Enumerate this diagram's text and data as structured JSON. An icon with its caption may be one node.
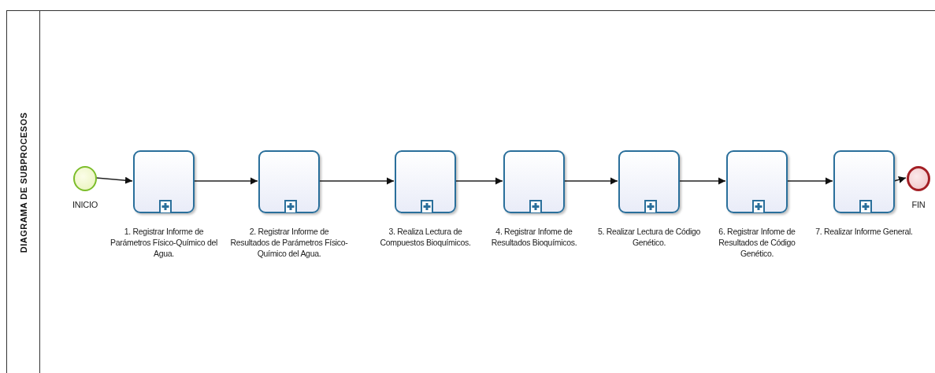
{
  "diagram": {
    "nodes": [
      {
        "text": [
          "DIAGRAMA DE SUBPROCESOS"
        ]
      },
      {
        "text": [
          "INICIO"
        ],
        "in": 0
      },
      {
        "text": [
          "1. Registrar Informe de Parámetros Físico-Químico del Agua."
        ],
        "in": 0
      },
      {
        "text": [
          "2. Registrar Informe de Resultados de Parámetros Físico-Químico del Agua."
        ],
        "in": 0
      },
      {
        "text": [
          "3. Realiza Lectura de Compuestos Bioquímicos."
        ],
        "in": 0
      },
      {
        "text": [
          "4. Registrar Infome de Resultados Bioquímicos."
        ],
        "in": 0
      },
      {
        "text": [
          "5. Realizar Lectura de Código Genético."
        ],
        "in": 0
      },
      {
        "text": [
          "6. Registrar Infome de Resultados de Código Genético."
        ],
        "in": 0
      },
      {
        "text": [
          "7. Realizar Informe General."
        ],
        "in": 0
      },
      {
        "text": [
          "FIN"
        ],
        "in": 0
      }
    ],
    "edges": [
      {
        "from": 1,
        "to": 2,
        "arrow": "to"
      },
      {
        "from": 2,
        "to": 3,
        "arrow": "to"
      },
      {
        "from": 3,
        "to": 4,
        "arrow": "to"
      },
      {
        "from": 4,
        "to": 5,
        "arrow": "to"
      },
      {
        "from": 5,
        "to": 6,
        "arrow": "to"
      },
      {
        "from": 6,
        "to": 7,
        "arrow": "to"
      },
      {
        "from": 7,
        "to": 8,
        "arrow": "to"
      },
      {
        "from": 8,
        "to": 9,
        "arrow": "to"
      }
    ]
  }
}
